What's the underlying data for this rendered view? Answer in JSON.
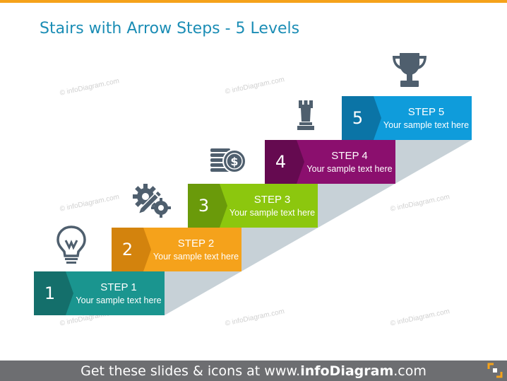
{
  "title": "Stairs with Arrow Steps - 5 Levels",
  "watermark": "© infoDiagram.com",
  "colors": {
    "accent_bar": "#F5A21B",
    "title": "#1B8DB5",
    "shadow": "#C7D1D7",
    "icon": "#4F5F6E",
    "footer_bg": "#6D6E71"
  },
  "steps": [
    {
      "number": "1",
      "title": "STEP 1",
      "text": "Your sample text here",
      "color": "#1A958F",
      "dark": "#146F6B",
      "icon": "lightbulb-icon"
    },
    {
      "number": "2",
      "title": "STEP 2",
      "text": "Your sample text here",
      "color": "#F5A21B",
      "dark": "#D3830D",
      "icon": "gear-pencil-icon"
    },
    {
      "number": "3",
      "title": "STEP 3",
      "text": "Your sample text here",
      "color": "#8CC70E",
      "dark": "#6A9A0A",
      "icon": "coins-dollar-icon"
    },
    {
      "number": "4",
      "title": "STEP 4",
      "text": "Your sample text here",
      "color": "#8B0F6E",
      "dark": "#650A50",
      "icon": "chess-rook-icon"
    },
    {
      "number": "5",
      "title": "STEP 5",
      "text": "Your sample text here",
      "color": "#0F9CDB",
      "dark": "#0B74A6",
      "icon": "trophy-icon"
    }
  ],
  "footer": {
    "prefix": "Get these slides & icons at www.",
    "brand": "infoDiagram",
    "suffix": ".com"
  }
}
